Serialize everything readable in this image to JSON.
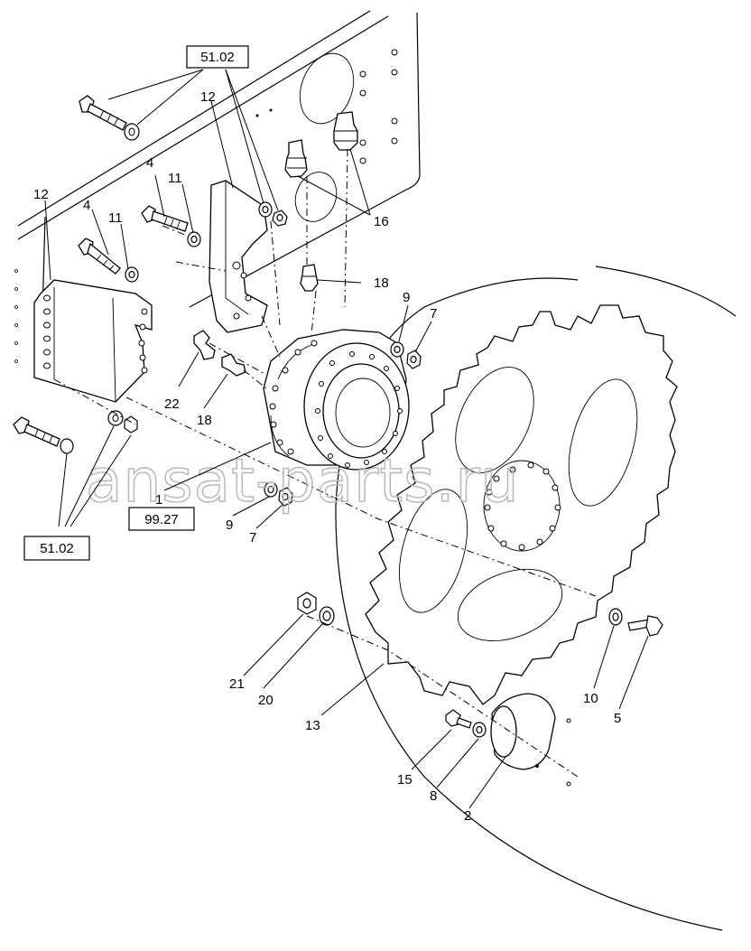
{
  "corner_mark": "",
  "watermark": "ansat-parts.ru",
  "ref_boxes": [
    {
      "id": "ref-top",
      "label": "51.02"
    },
    {
      "id": "ref-bottom",
      "label": "51.02"
    },
    {
      "id": "ref-mid",
      "label": "99.27"
    }
  ],
  "callouts": [
    {
      "id": "c12a",
      "label": "12"
    },
    {
      "id": "c12b",
      "label": "12"
    },
    {
      "id": "c4a",
      "label": "4"
    },
    {
      "id": "c4b",
      "label": "4"
    },
    {
      "id": "c11a",
      "label": "11"
    },
    {
      "id": "c11b",
      "label": "11"
    },
    {
      "id": "c16",
      "label": "16"
    },
    {
      "id": "c18a",
      "label": "18"
    },
    {
      "id": "c18b",
      "label": "18"
    },
    {
      "id": "c9a",
      "label": "9"
    },
    {
      "id": "c9b",
      "label": "9"
    },
    {
      "id": "c7a",
      "label": "7"
    },
    {
      "id": "c7b",
      "label": "7"
    },
    {
      "id": "c22",
      "label": "22"
    },
    {
      "id": "c1",
      "label": "1"
    },
    {
      "id": "c21",
      "label": "21"
    },
    {
      "id": "c20",
      "label": "20"
    },
    {
      "id": "c13",
      "label": "13"
    },
    {
      "id": "c10",
      "label": "10"
    },
    {
      "id": "c5",
      "label": "5"
    },
    {
      "id": "c15",
      "label": "15"
    },
    {
      "id": "c8",
      "label": "8"
    },
    {
      "id": "c2",
      "label": "2"
    }
  ]
}
